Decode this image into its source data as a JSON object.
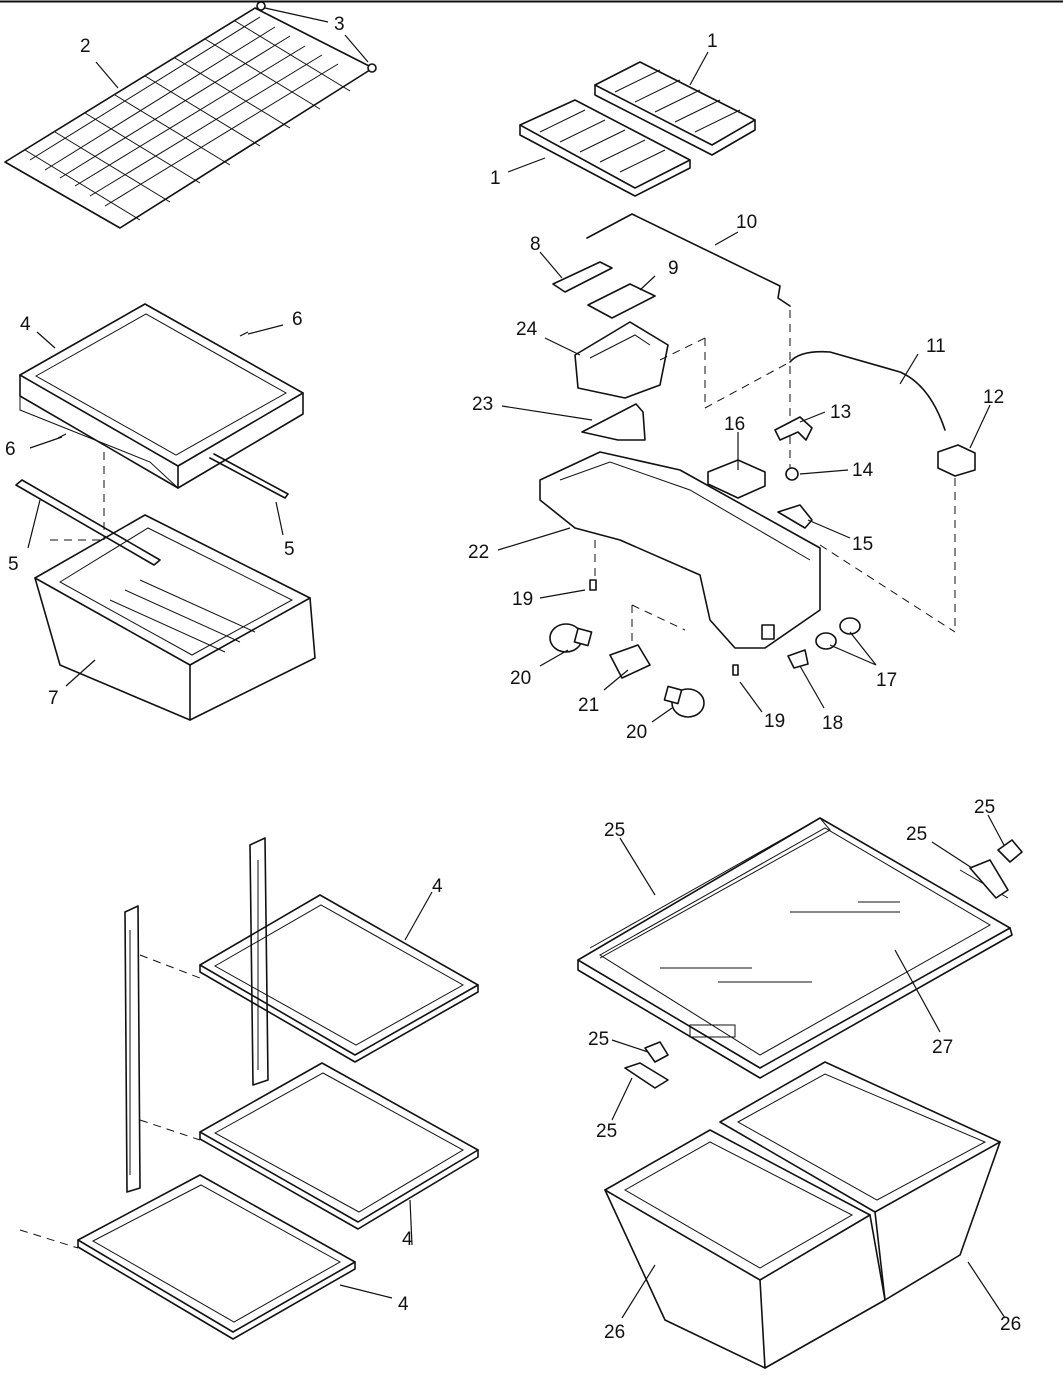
{
  "diagram": {
    "callouts": [
      {
        "id": "c1a",
        "text": "1"
      },
      {
        "id": "c1b",
        "text": "1"
      },
      {
        "id": "c2",
        "text": "2"
      },
      {
        "id": "c3",
        "text": "3"
      },
      {
        "id": "c4a",
        "text": "4"
      },
      {
        "id": "c4b",
        "text": "4"
      },
      {
        "id": "c4c",
        "text": "4"
      },
      {
        "id": "c4d",
        "text": "4"
      },
      {
        "id": "c5a",
        "text": "5"
      },
      {
        "id": "c5b",
        "text": "5"
      },
      {
        "id": "c6a",
        "text": "6"
      },
      {
        "id": "c6b",
        "text": "6"
      },
      {
        "id": "c7",
        "text": "7"
      },
      {
        "id": "c8",
        "text": "8"
      },
      {
        "id": "c9",
        "text": "9"
      },
      {
        "id": "c10",
        "text": "10"
      },
      {
        "id": "c11",
        "text": "11"
      },
      {
        "id": "c12",
        "text": "12"
      },
      {
        "id": "c13",
        "text": "13"
      },
      {
        "id": "c14",
        "text": "14"
      },
      {
        "id": "c15",
        "text": "15"
      },
      {
        "id": "c16",
        "text": "16"
      },
      {
        "id": "c17",
        "text": "17"
      },
      {
        "id": "c18",
        "text": "18"
      },
      {
        "id": "c19a",
        "text": "19"
      },
      {
        "id": "c19b",
        "text": "19"
      },
      {
        "id": "c20a",
        "text": "20"
      },
      {
        "id": "c20b",
        "text": "20"
      },
      {
        "id": "c21",
        "text": "21"
      },
      {
        "id": "c22",
        "text": "22"
      },
      {
        "id": "c23",
        "text": "23"
      },
      {
        "id": "c24",
        "text": "24"
      },
      {
        "id": "c25a",
        "text": "25"
      },
      {
        "id": "c25b",
        "text": "25"
      },
      {
        "id": "c25c",
        "text": "25"
      },
      {
        "id": "c25d",
        "text": "25"
      },
      {
        "id": "c25e",
        "text": "25"
      },
      {
        "id": "c26a",
        "text": "26"
      },
      {
        "id": "c26b",
        "text": "26"
      },
      {
        "id": "c27",
        "text": "27"
      }
    ]
  }
}
